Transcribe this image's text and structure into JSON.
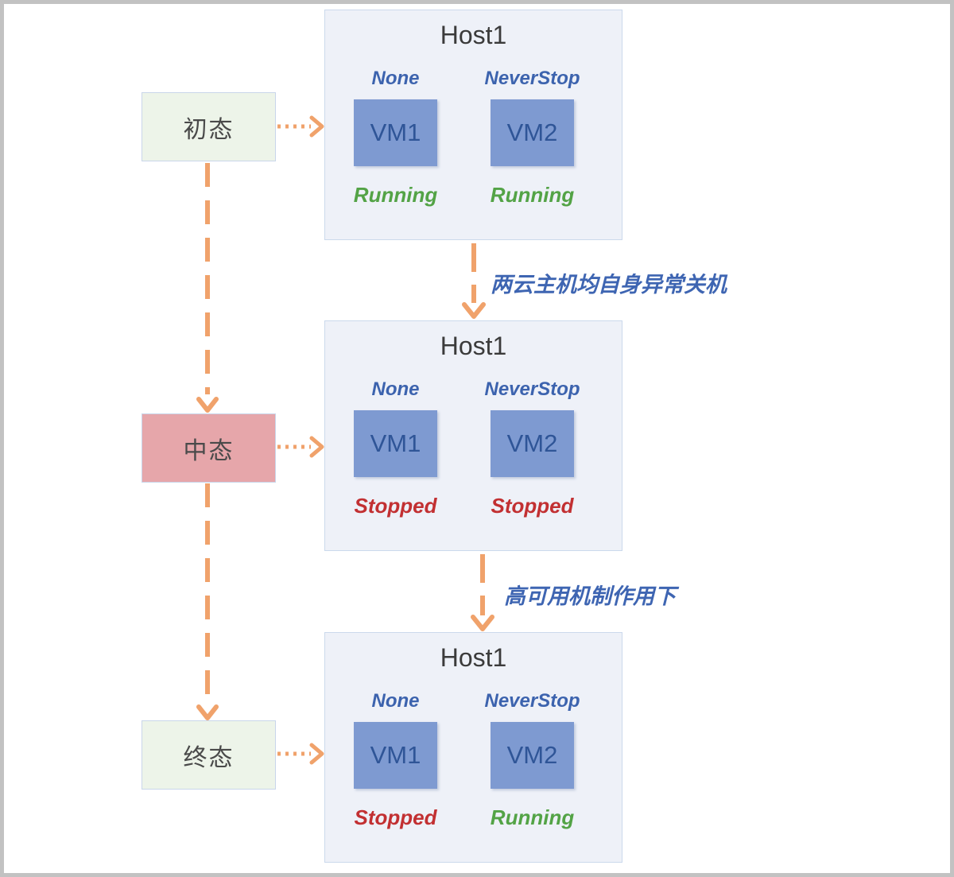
{
  "diagram": {
    "states": [
      {
        "id": "initial",
        "label": "初态"
      },
      {
        "id": "middle",
        "label": "中态"
      },
      {
        "id": "final",
        "label": "终态"
      }
    ],
    "hosts": [
      {
        "title": "Host1",
        "vms": [
          {
            "policy": "None",
            "name": "VM1",
            "status": "Running",
            "status_color": "green"
          },
          {
            "policy": "NeverStop",
            "name": "VM2",
            "status": "Running",
            "status_color": "green"
          }
        ]
      },
      {
        "title": "Host1",
        "vms": [
          {
            "policy": "None",
            "name": "VM1",
            "status": "Stopped",
            "status_color": "red"
          },
          {
            "policy": "NeverStop",
            "name": "VM2",
            "status": "Stopped",
            "status_color": "red"
          }
        ]
      },
      {
        "title": "Host1",
        "vms": [
          {
            "policy": "None",
            "name": "VM1",
            "status": "Stopped",
            "status_color": "red"
          },
          {
            "policy": "NeverStop",
            "name": "VM2",
            "status": "Running",
            "status_color": "green"
          }
        ]
      }
    ],
    "transitions": [
      {
        "label": "两云主机均自身异常关机"
      },
      {
        "label": "高可用机制作用下"
      }
    ],
    "colors": {
      "arrow_orange": "#F0A26B",
      "vm_fill": "#7E9AD1",
      "vm_text": "#2F5597",
      "policy_blue": "#3C63AE",
      "running_green": "#53A346",
      "stopped_red": "#C23032",
      "host_bg": "#EEF1F8",
      "state_green_bg": "#EDF4E9",
      "state_pink_bg": "#E6A6AA",
      "transition_label_blue": "#3E65B2",
      "frame_gray": "#C2C2C2"
    }
  }
}
